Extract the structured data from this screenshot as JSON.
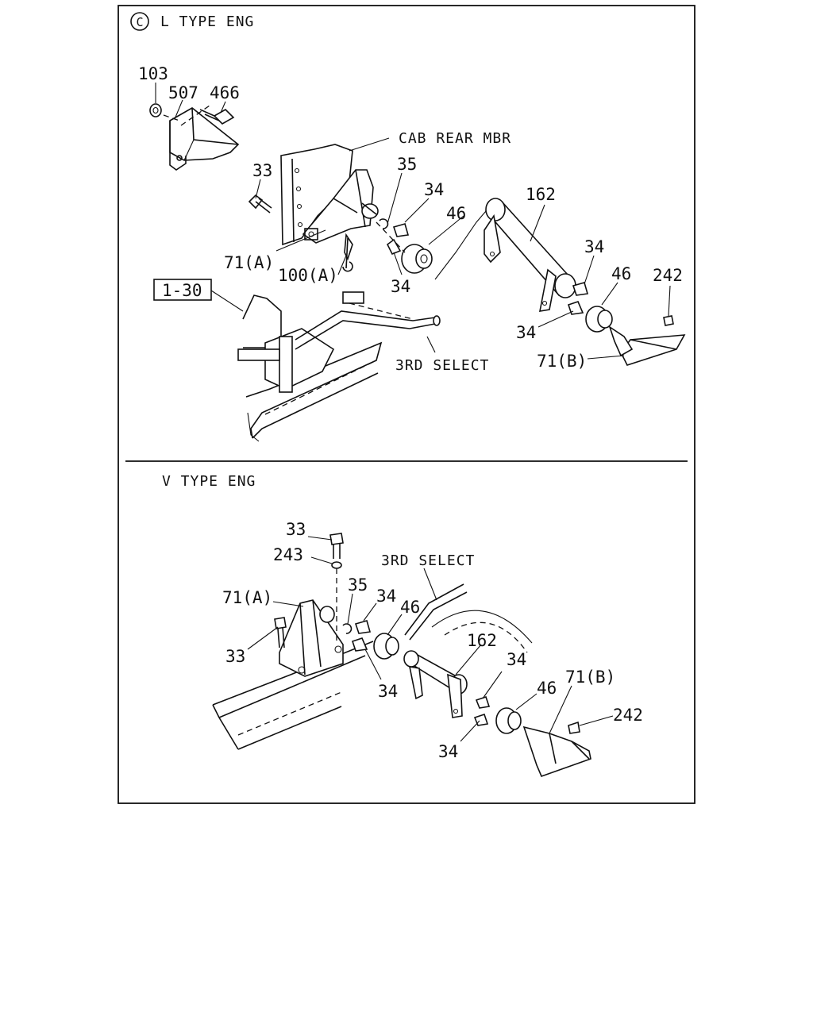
{
  "upper_section": {
    "title_mark": "C",
    "title": "L TYPE ENG",
    "labels": {
      "p103": "103",
      "p507": "507",
      "p466": "466",
      "cab_rear_mbr": "CAB REAR MBR",
      "p33": "33",
      "p35": "35",
      "p34_top": "34",
      "p46_top": "46",
      "p162": "162",
      "p34_right": "34",
      "p46_right": "46",
      "p242": "242",
      "p71a": "71(A)",
      "p100a": "100(A)",
      "p34_low": "34",
      "ref_1_30": "1-30",
      "p34_bottom": "34",
      "third_select": "3RD SELECT",
      "p71b": "71(B)"
    }
  },
  "lower_section": {
    "title": "V TYPE ENG",
    "labels": {
      "p33_top": "33",
      "p243": "243",
      "third_select": "3RD SELECT",
      "p71a": "71(A)",
      "p35": "35",
      "p34_a": "34",
      "p46_a": "46",
      "p162": "162",
      "p34_b": "34",
      "p33_left": "33",
      "p46_b": "46",
      "p71b": "71(B)",
      "p34_c": "34",
      "p242": "242",
      "p34_d": "34"
    }
  }
}
